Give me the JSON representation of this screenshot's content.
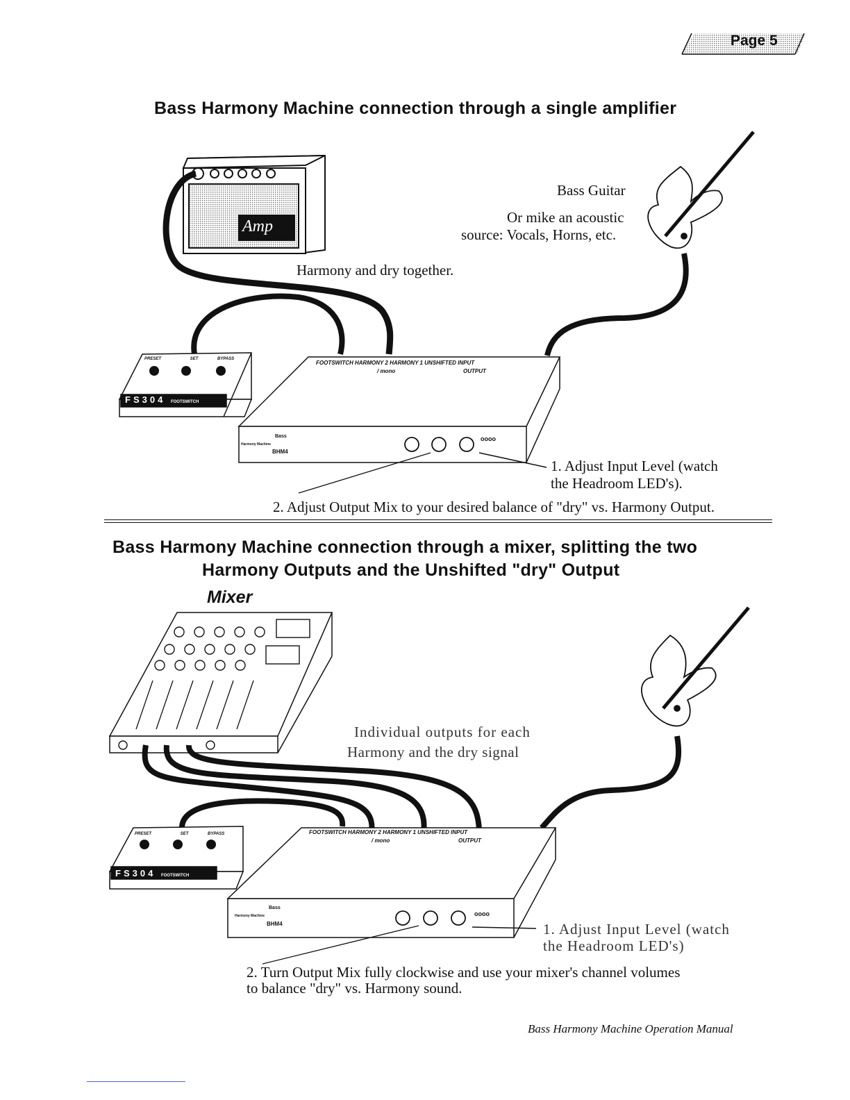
{
  "header": {
    "page_label": "Page 5"
  },
  "section1": {
    "title": "Bass Harmony Machine connection through a single amplifier",
    "amp_label": "Amp",
    "guitar_label": "Bass Guitar",
    "acoustic_line1": "Or mike an acoustic",
    "acoustic_line2": "source: Vocals, Horns, etc.",
    "harmony_dry": "Harmony and dry together.",
    "footswitch_letters": [
      "F",
      "S",
      "3",
      "0",
      "4"
    ],
    "footswitch_word": "FOOTSWITCH",
    "footswitch_knobs": [
      "PRESET",
      "SET",
      "BYPASS"
    ],
    "jacks": "FOOTSWITCH  HARMONY 2  HARMONY 1  UNSHIFTED   INPUT",
    "jacks_sub1": "/ mono",
    "jacks_sub2": "OUTPUT",
    "unit_brand": "Bass",
    "unit_subbrand": "Harmony Machine",
    "unit_model": "BHM4",
    "leds": "oooo",
    "step1_line1": "1. Adjust Input Level (watch",
    "step1_line2": "the Headroom LED's).",
    "step2": "2. Adjust Output Mix to your desired balance of \"dry\" vs. Harmony Output."
  },
  "section2": {
    "title_line1": "Bass Harmony Machine connection through a mixer, splitting the two",
    "title_line2": "Harmony Outputs and the Unshifted \"dry\" Output",
    "mixer_label": "Mixer",
    "outputs_line1": "Individual outputs for each",
    "outputs_line2": "Harmony and the dry signal",
    "footswitch_letters": [
      "F",
      "S",
      "3",
      "0",
      "4"
    ],
    "footswitch_word": "FOOTSWITCH",
    "footswitch_knobs": [
      "PRESET",
      "SET",
      "BYPASS"
    ],
    "jacks": "FOOTSWITCH  HARMONY 2  HARMONY 1  UNSHIFTED   INPUT",
    "jacks_sub1": "/ mono",
    "jacks_sub2": "OUTPUT",
    "unit_brand": "Bass",
    "unit_subbrand": "Harmony Machine",
    "unit_model": "BHM4",
    "leds": "oooo",
    "step1_line1": "1. Adjust Input Level (watch",
    "step1_line2": "the Headroom LED's)",
    "step2_line1": "2. Turn Output Mix fully clockwise and use your mixer's channel volumes",
    "step2_line2": "to balance \"dry\" vs. Harmony sound."
  },
  "footer": {
    "manual_title": "Bass Harmony Machine Operation Manual"
  }
}
